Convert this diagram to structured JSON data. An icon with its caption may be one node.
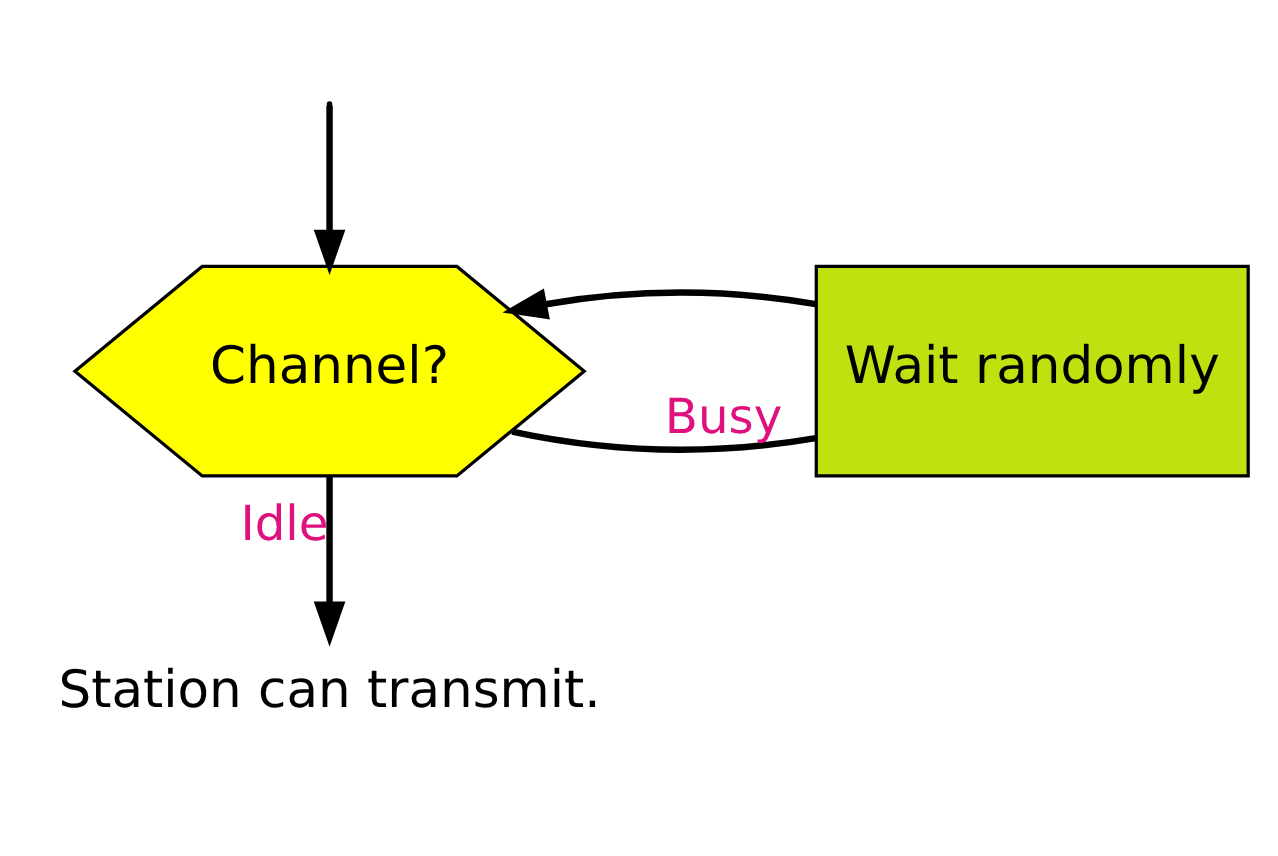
{
  "diagram": {
    "nodes": [
      {
        "text": [
          "Channel?"
        ]
      },
      {
        "text": [
          "Wait randomly"
        ]
      },
      {
        "text": [
          "Station can transmit."
        ]
      }
    ],
    "edges": [
      {
        "from": null,
        "to": 0,
        "arrow": "to"
      },
      {
        "from": 0,
        "to": 1,
        "arrow": "none",
        "label": "Busy"
      },
      {
        "from": 1,
        "to": 0,
        "arrow": "to"
      },
      {
        "from": 0,
        "to": 2,
        "arrow": "to",
        "label": "Idle"
      }
    ]
  }
}
